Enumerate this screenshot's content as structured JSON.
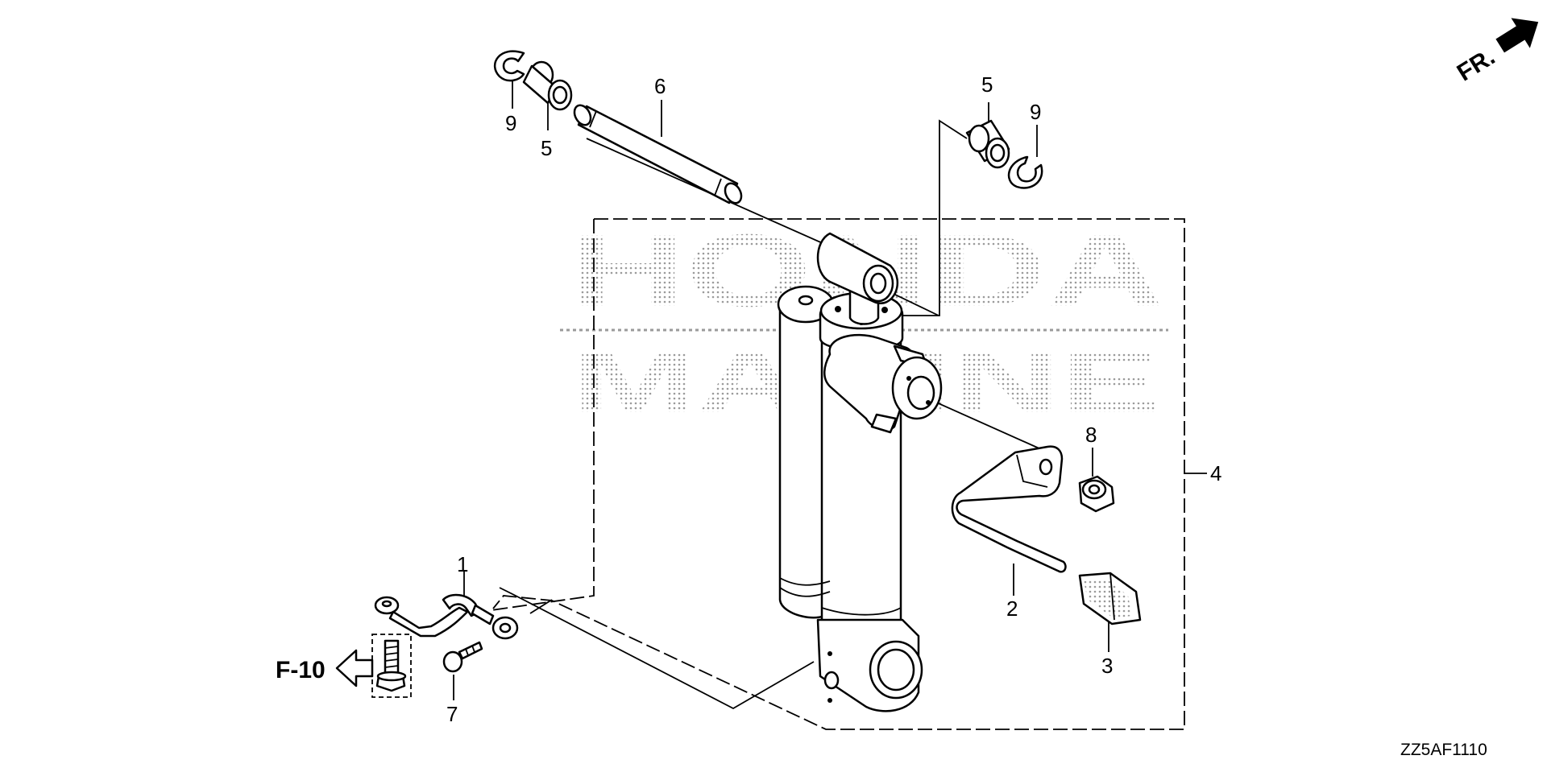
{
  "diagram": {
    "watermark": {
      "line1": "HONDA",
      "line2": "MARINE"
    },
    "direction_marker": "FR.",
    "reference": {
      "label": "F-10"
    },
    "figure_code": "ZZ5AF1110",
    "callouts": {
      "c1": "1",
      "c2": "2",
      "c3": "3",
      "c4": "4",
      "c5a": "5",
      "c5b": "5",
      "c6": "6",
      "c7": "7",
      "c8": "8",
      "c9a": "9",
      "c9b": "9"
    }
  }
}
